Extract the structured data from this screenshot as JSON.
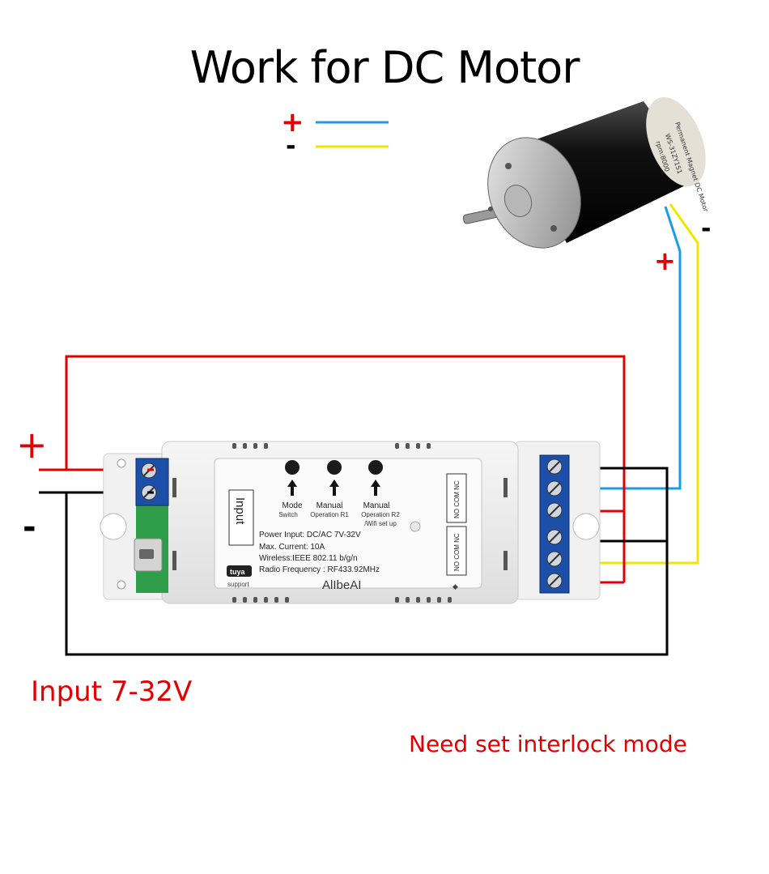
{
  "title": "Work for DC  Motor",
  "legend": {
    "plus": "+",
    "minus": "-",
    "plus_color": "#1e9be8",
    "minus_color": "#f2e600"
  },
  "motor": {
    "label_lines": [
      "Permanent Magnet DC Motor",
      "WS-31ZY1S1",
      "rpm:8000"
    ],
    "plus": "+",
    "minus": "-"
  },
  "power": {
    "plus": "+",
    "minus": "-",
    "label": "Input 7-32V"
  },
  "device": {
    "buttons": [
      {
        "top": "Mode",
        "bottom": "Switch"
      },
      {
        "top": "Manual",
        "bottom": "Operation R1"
      },
      {
        "top": "Manual",
        "bottom": "Operation R2"
      }
    ],
    "wifi_setup": "/Wifi set up",
    "input_box": "Input",
    "specs": [
      "Power Input:  DC/AC 7V-32V",
      "Max. Current:  10A",
      "Wireless:IEEE  802.11 b/g/n",
      "Radio Frequency : RF433.92MHz"
    ],
    "brand": "AlIbeAI",
    "tuya": "tuya",
    "support": "support",
    "relay_labels": [
      "NO COM NC",
      "NO COM NC"
    ]
  },
  "note": "Need set interlock mode",
  "colors": {
    "red": "#e30000",
    "black": "#000000",
    "blue": "#1e9be8",
    "yellow": "#f2e600",
    "terminal": "#1b4fa8",
    "pcb": "#2e9e4a"
  }
}
